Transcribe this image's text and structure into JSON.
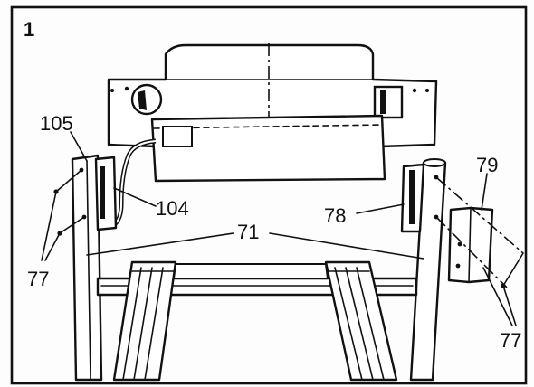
{
  "figure_number": "1",
  "callouts": {
    "c105": "105",
    "c104": "104",
    "c77_left": "77",
    "c71": "71",
    "c78": "78",
    "c79": "79",
    "c77_right": "77"
  }
}
